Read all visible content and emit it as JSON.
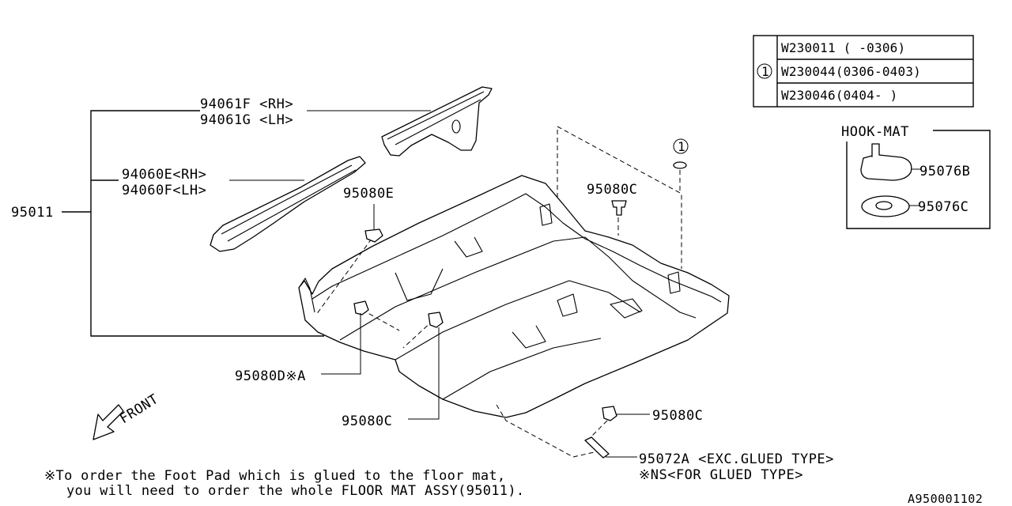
{
  "table": {
    "marker": "1",
    "rows": [
      "W230011 ( -0306)",
      "W230044(0306-0403)",
      "W230046(0404- )"
    ]
  },
  "callouts": {
    "p95011": "95011",
    "p94061f": "94061F <RH>",
    "p94061g": "94061G <LH>",
    "p94060e": "94060E<RH>",
    "p94060f": "94060F<LH>",
    "p95080e": "95080E",
    "p95080c_top": "95080C",
    "p95080d": "95080D※A",
    "p95080c_mid": "95080C",
    "p95080c_low": "95080C",
    "p95072a": "95072A <EXC.GLUED TYPE>",
    "pns": "※NS<FOR GLUED TYPE>",
    "marker_floor": "1"
  },
  "hook_mat": {
    "title": "HOOK-MAT",
    "p95076b": "95076B",
    "p95076c": "95076C"
  },
  "front_label": "FRONT",
  "note": {
    "line1": "※To order the Foot Pad which is glued to the floor mat,",
    "line2": "you will need to order the whole FLOOR MAT ASSY(95011)."
  },
  "ref_code": "A950001102"
}
